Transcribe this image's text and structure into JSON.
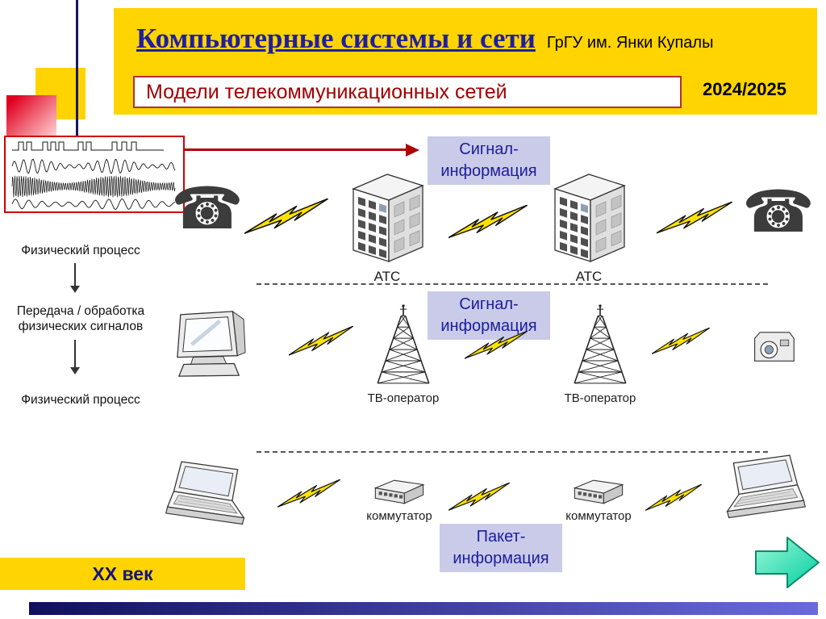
{
  "header": {
    "title": "Компьютерные системы и сети",
    "institution": "ГрГУ им. Янки Купалы",
    "subtitle": "Модели телекоммуникационных сетей",
    "year": "2024/2025"
  },
  "process_flow": {
    "step1": "Физический процесс",
    "step2": "Передача / обработка\nфизических сигналов",
    "step3": "Физический процесс"
  },
  "diagram": {
    "rows": [
      {
        "badge": "Сигнал-\nинформация",
        "left_icon": "telephone",
        "node1": "АТС",
        "node2": "АТС",
        "right_icon": "telephone"
      },
      {
        "badge": "Сигнал-\nинформация",
        "left_icon": "crt-monitor",
        "node1": "ТВ-оператор",
        "node2": "ТВ-оператор",
        "right_icon": "camera"
      },
      {
        "badge": "Пакет-\nинформация",
        "left_icon": "laptop",
        "node1": "коммутатор",
        "node2": "коммутатор",
        "right_icon": "laptop"
      }
    ]
  },
  "footer": {
    "era": "XX век"
  },
  "icons": {
    "telephone": "☎",
    "link": "lightning-bolt",
    "atc": "isometric-cabinet",
    "tv_tower": "lattice-tower",
    "monitor": "crt-monitor",
    "camera": "photo-camera",
    "switch": "switch-box",
    "laptop": "laptop",
    "next": "right-arrow",
    "waveforms": "signal-oscillograms"
  },
  "colors": {
    "header_bg": "#FFD400",
    "title": "#1F1F9E",
    "subtitle": "#A00000",
    "badge_bg": "#C9CBE9",
    "badge_text": "#1C1C9C",
    "bolt": "#FFE200",
    "red_arrow": "#B00000",
    "next_arrow": "#00CF9E",
    "bottom_bar_left": "#10105E",
    "bottom_bar_right": "#6A6ADE"
  }
}
